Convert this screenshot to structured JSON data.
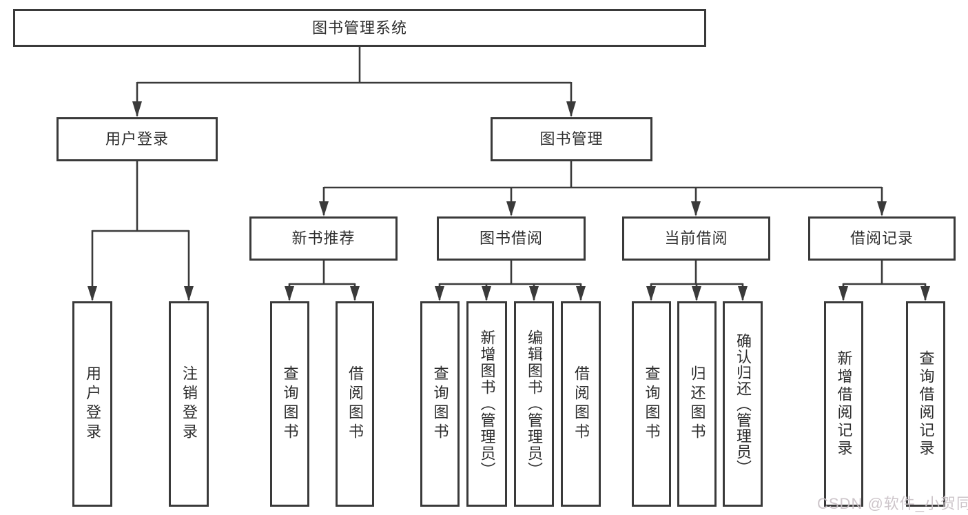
{
  "diagram": {
    "root": {
      "label": "图书管理系统"
    },
    "branches": [
      {
        "label": "用户登录",
        "children": [
          {
            "label": "用户登录"
          },
          {
            "label": "注销登录"
          }
        ]
      },
      {
        "label": "图书管理",
        "children": [
          {
            "label": "新书推荐",
            "children": [
              {
                "label": "查询图书"
              },
              {
                "label": "借阅图书"
              }
            ]
          },
          {
            "label": "图书借阅",
            "children": [
              {
                "label": "查询图书"
              },
              {
                "label": "新增图书（管理员）"
              },
              {
                "label": "编辑图书（管理员）"
              },
              {
                "label": "借阅图书"
              }
            ]
          },
          {
            "label": "当前借阅",
            "children": [
              {
                "label": "查询图书"
              },
              {
                "label": "归还图书"
              },
              {
                "label": "确认归还（管理员）"
              }
            ]
          },
          {
            "label": "借阅记录",
            "children": [
              {
                "label": "新增借阅记录"
              },
              {
                "label": "查询借阅记录"
              }
            ]
          }
        ]
      }
    ]
  },
  "watermark": {
    "text": "CSDN @软件_小贺同学"
  },
  "colors": {
    "line": "#3a3a3a",
    "text": "#2d2d2d",
    "background": "#ffffff",
    "watermark": "#c9c1c6"
  }
}
